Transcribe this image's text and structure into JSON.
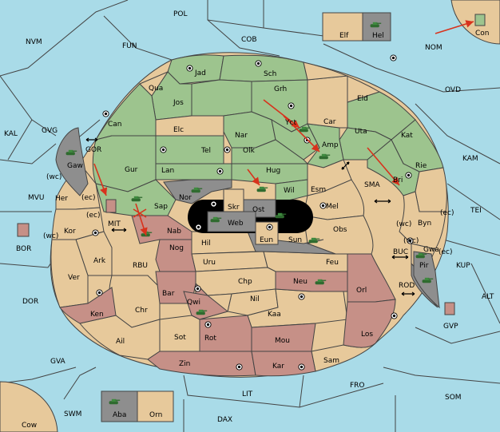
{
  "colors": {
    "sea": "#a9dbe8",
    "green": "#9dc48e",
    "tan": "#e7c99b",
    "red": "#c69087",
    "gray": "#8e8e8e",
    "black": "#000000",
    "arrow": "#d8321c"
  },
  "labels": {
    "POL": "POL",
    "NVM": "NVM",
    "FUN": "FUN",
    "COB": "COB",
    "NOM": "NOM",
    "OVD": "OVD",
    "KAL": "KAL",
    "GVG": "GVG",
    "GOR": "GOR",
    "Gaw": "Gaw",
    "MVU": "MVU",
    "BOR": "BOR",
    "MIT": "MIT",
    "RBU": "RBU",
    "DOR": "DOR",
    "GVA": "GVA",
    "SWM": "SWM",
    "Cow": "Cow",
    "DAX": "DAX",
    "LIT": "LIT",
    "FRO": "FRO",
    "SOM": "SOM",
    "GVP": "GVP",
    "ALT": "ALT",
    "ROD": "ROD",
    "KUP": "KUP",
    "BUC": "BUC",
    "TEI": "TEI",
    "SMA": "SMA",
    "KAM": "KAM",
    "Elf": "Elf",
    "Hel": "Hel",
    "Con": "Con",
    "Aba": "Aba",
    "Orn": "Orn",
    "Jad": "Jad",
    "Sch": "Sch",
    "Qua": "Qua",
    "Jos": "Jos",
    "Grh": "Grh",
    "Eld": "Eld",
    "Can": "Can",
    "Elc": "Elc",
    "Nar": "Nar",
    "Yct": "Yct",
    "Car": "Car",
    "Uta": "Uta",
    "Kat": "Kat",
    "Tel": "Tel",
    "Olk": "Olk",
    "Amp": "Amp",
    "Gur": "Gur",
    "Lan": "Lan",
    "Hug": "Hug",
    "Bri": "Bri",
    "Rie": "Rie",
    "Nor": "Nor",
    "Wil": "Wil",
    "Esm": "Esm",
    "Skr": "Skr",
    "Ost": "Ost",
    "Web": "Web",
    "Sap": "Sap",
    "Mel": "Mel",
    "Byn": "Byn",
    "Her": "Her",
    "Kor": "Kor",
    "Nab": "Nab",
    "Eun": "Eun",
    "Sun": "Sun",
    "Obs": "Obs",
    "Hil": "Hil",
    "Gwa": "Gwa",
    "Ark": "Ark",
    "Nog": "Nog",
    "Uru": "Uru",
    "Feu": "Feu",
    "Pir": "Pir",
    "Ver": "Ver",
    "Chp": "Chp",
    "Neu": "Neu",
    "Orl": "Orl",
    "Bar": "Bar",
    "Nil": "Nil",
    "Qwi": "Qwi",
    "Ken": "Ken",
    "Chr": "Chr",
    "Kaa": "Kaa",
    "Los": "Los",
    "Sot": "Sot",
    "Rot": "Rot",
    "Ail": "Ail",
    "Mou": "Mou",
    "Zin": "Zin",
    "Kar": "Kar",
    "Sam": "Sam",
    "wc1": "(wc)",
    "ec1": "(ec)",
    "ec2": "(ec)",
    "wc2": "(wc)",
    "ec3": "(ec)",
    "wc3": "(wc)",
    "wc4": "(wc)",
    "ec4": "(ec)"
  }
}
